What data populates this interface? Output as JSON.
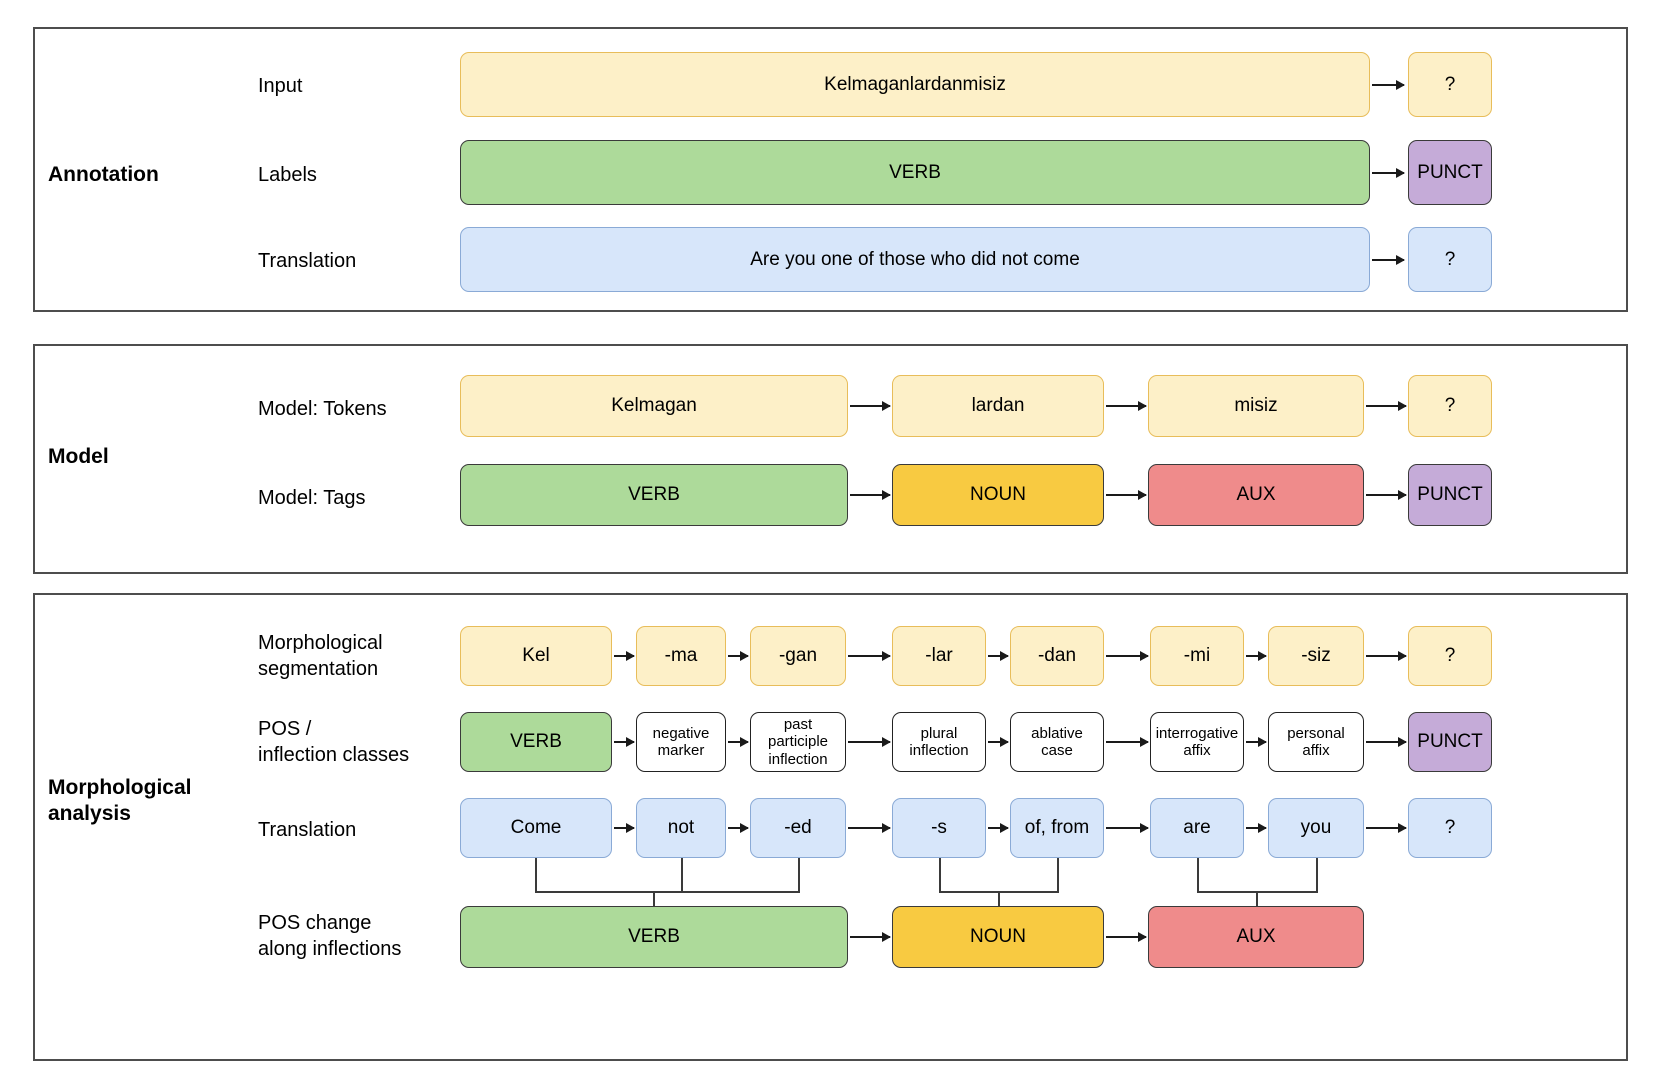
{
  "diagram": {
    "title_annotation": "Annotation",
    "title_model": "Model",
    "title_morph": "Morphological\nanalysis"
  },
  "annotation": {
    "rows": [
      {
        "label": "Input",
        "main": "Kelmaganlardanmisiz",
        "tail": "?"
      },
      {
        "label": "Labels",
        "main": "VERB",
        "tail": "PUNCT"
      },
      {
        "label": "Translation",
        "main": "Are you one of those who did not come",
        "tail": "?"
      }
    ]
  },
  "model": {
    "rows": [
      {
        "label": "Model: Tokens",
        "cells": [
          "Kelmagan",
          "lardan",
          "misiz",
          "?"
        ]
      },
      {
        "label": "Model: Tags",
        "cells": [
          "VERB",
          "NOUN",
          "AUX",
          "PUNCT"
        ]
      }
    ]
  },
  "morph": {
    "labels": {
      "segmentation": "Morphological\nsegmentation",
      "pos": "POS /\ninflection classes",
      "translation": "Translation",
      "pos_change": "POS change\nalong inflections"
    },
    "segmentation": [
      "Kel",
      "-ma",
      "-gan",
      "-lar",
      "-dan",
      "-mi",
      "-siz",
      "?"
    ],
    "pos_classes": [
      "VERB",
      "negative\nmarker",
      "past\nparticiple\ninflection",
      "plural\ninflection",
      "ablative\ncase",
      "interrogative\naffix",
      "personal\naffix",
      "PUNCT"
    ],
    "translation": [
      "Come",
      "not",
      "-ed",
      "-s",
      "of, from",
      "are",
      "you",
      "?"
    ],
    "pos_change": [
      "VERB",
      "NOUN",
      "AUX"
    ]
  },
  "colors": {
    "yellow": "#fdf0c8",
    "green": "#adda9a",
    "blue": "#d7e6fa",
    "purple": "#c5abd8",
    "orange": "#f8ca41",
    "red": "#ef8b8b",
    "white": "#ffffff",
    "frame": "#4d4d4d"
  }
}
